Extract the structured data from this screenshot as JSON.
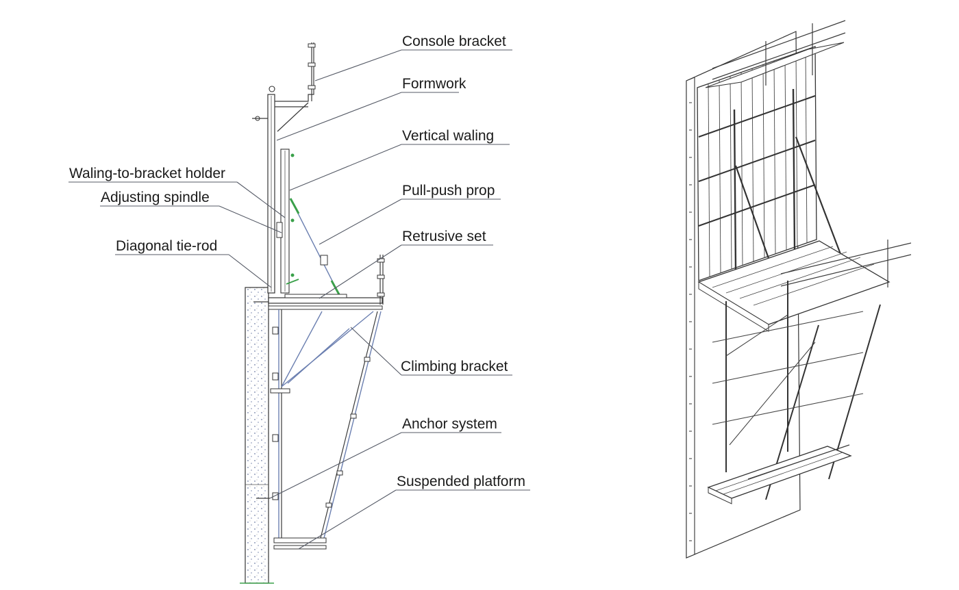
{
  "labels": {
    "console_bracket": "Console bracket",
    "formwork": "Formwork",
    "vertical_waling": "Vertical waling",
    "waling_to_bracket_holder": "Waling-to-bracket holder",
    "adjusting_spindle": "Adjusting spindle",
    "pull_push_prop": "Pull-push prop",
    "diagonal_tie_rod": "Diagonal tie-rod",
    "retrusive_set": "Retrusive set",
    "climbing_bracket": "Climbing bracket",
    "anchor_system": "Anchor system",
    "suspended_platform": "Suspended platform"
  },
  "colors": {
    "line": "#3a3a3a",
    "prop": "#6b7fb0",
    "accent_green": "#3aa04a",
    "concrete_dots": "#2b3f7a"
  }
}
